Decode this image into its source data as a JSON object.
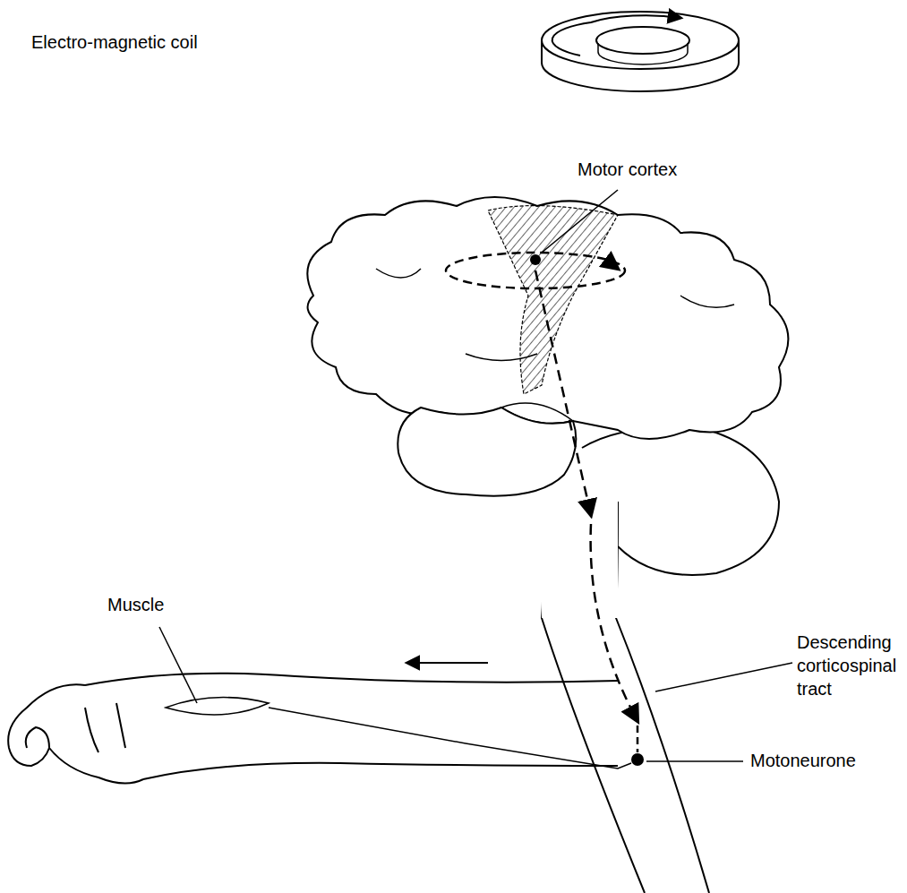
{
  "diagram": {
    "labels": [
      "Electro-magnetic coil",
      "Motor cortex",
      "Muscle",
      "Descending corticospinal tract",
      "Motoneurone"
    ]
  }
}
